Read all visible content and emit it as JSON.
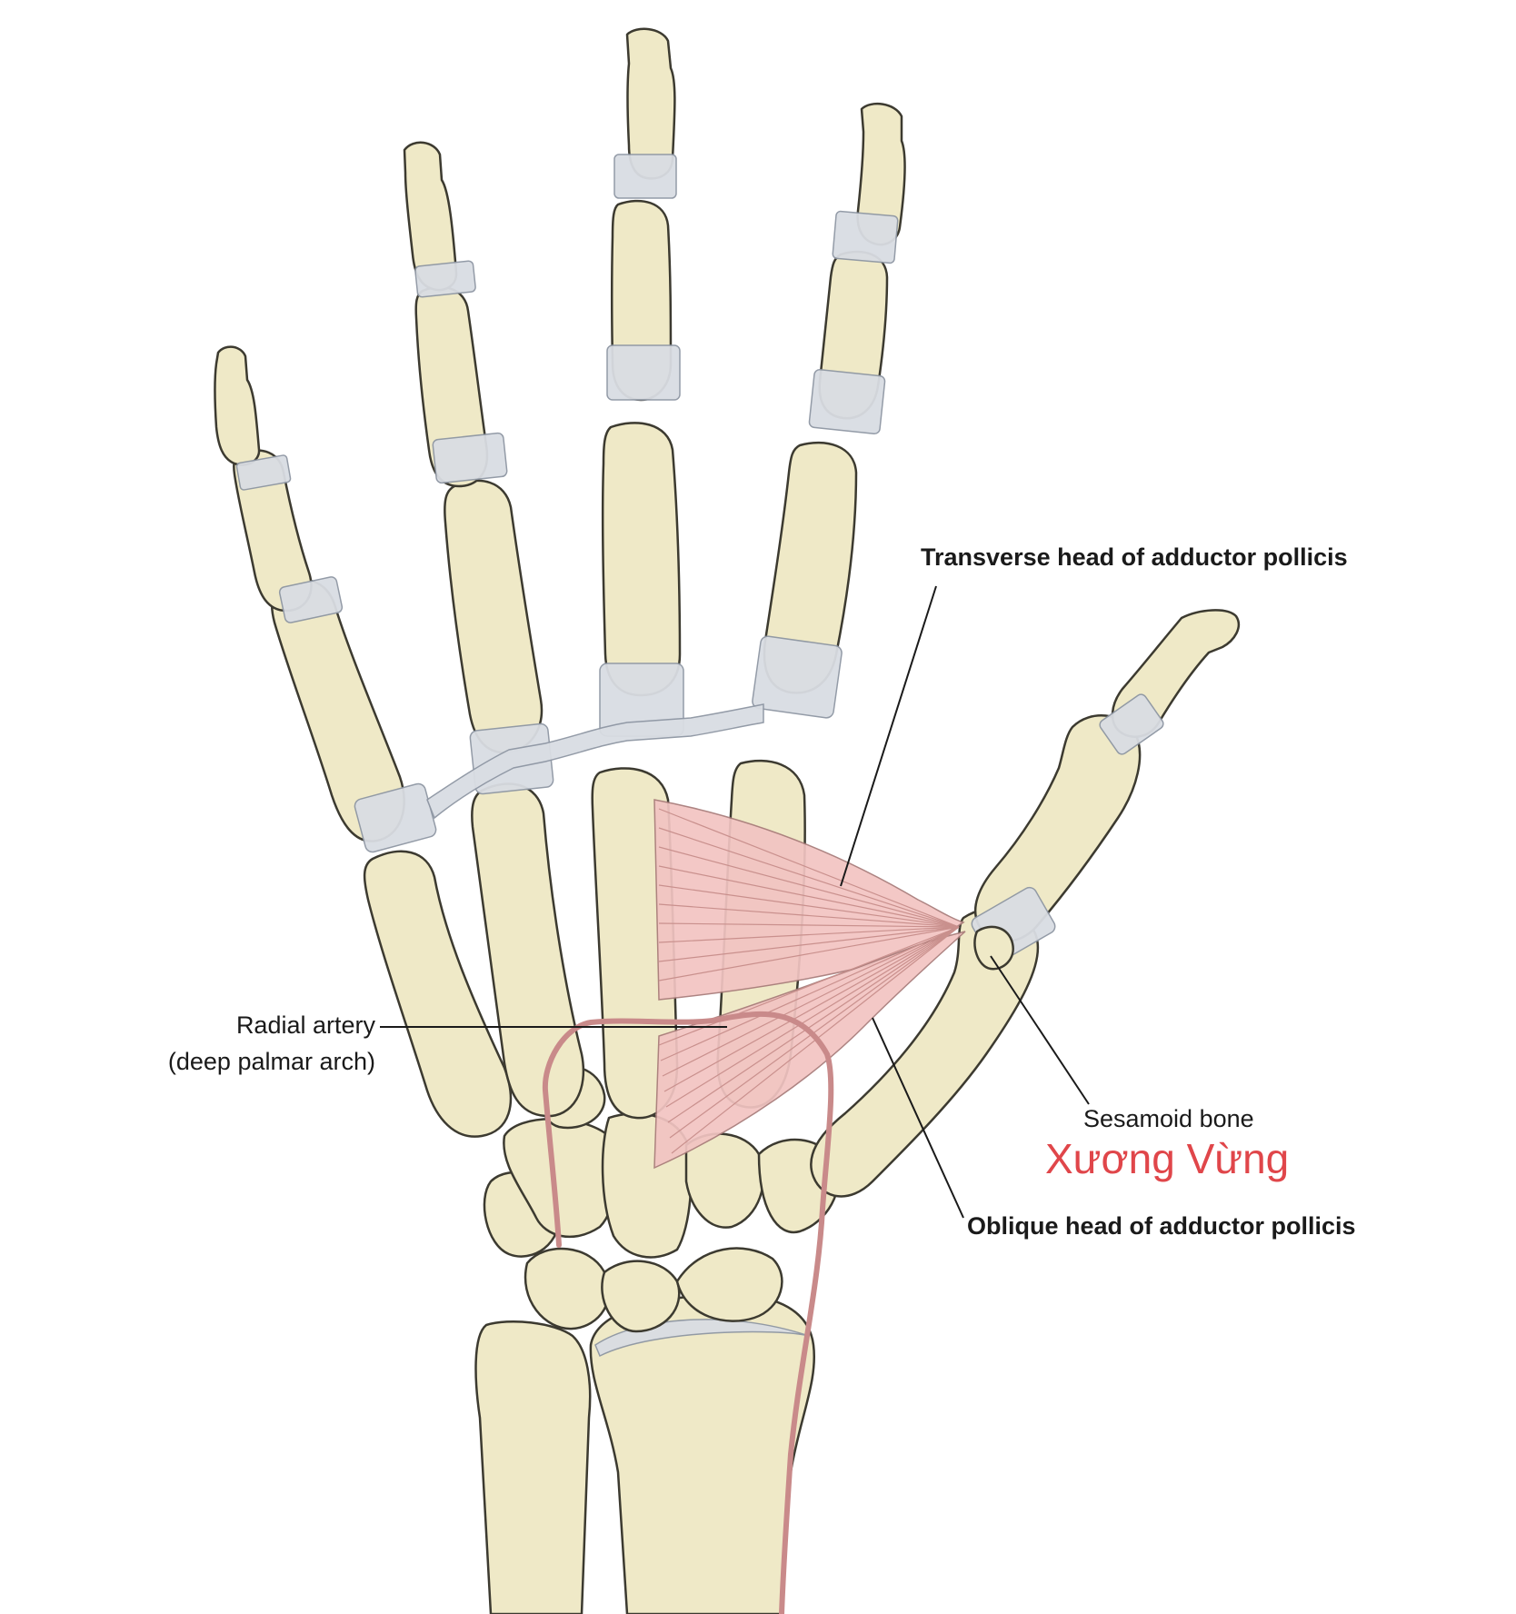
{
  "labels": {
    "transverse": "Transverse head of adductor pollicis",
    "radial_line1": "Radial artery",
    "radial_line2": "(deep palmar arch)",
    "sesamoid": "Sesamoid bone",
    "sesamoid_vi": "Xương Vừng",
    "oblique": "Oblique head of adductor pollicis"
  },
  "colors": {
    "bone": "#efe9c7",
    "bone_outline": "#3c3a30",
    "ligament": "#d9dde3",
    "muscle": "#f2c4c2",
    "artery": "#c98a8a",
    "vi_label": "#e0464a"
  }
}
